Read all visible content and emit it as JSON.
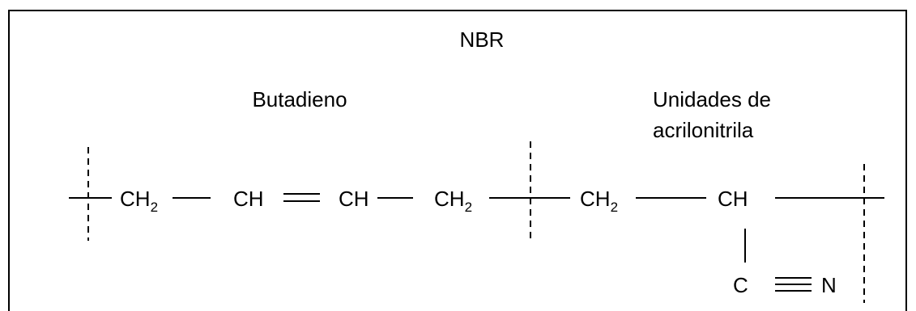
{
  "title": "NBR",
  "segments": {
    "butadiene_label": "Butadieno",
    "acrylonitrile_label_line1": "Unidades de",
    "acrylonitrile_label_line2": "acrilonitrila"
  },
  "atoms": {
    "ch2_1": "CH",
    "ch2_1_sub": "2",
    "ch_1": "CH",
    "ch_2": "CH",
    "ch2_2": "CH",
    "ch2_2_sub": "2",
    "ch2_3": "CH",
    "ch2_3_sub": "2",
    "ch_3": "CH",
    "c_nitrile": "C",
    "n_nitrile": "N"
  },
  "colors": {
    "stroke": "#000000",
    "background": "#ffffff"
  }
}
